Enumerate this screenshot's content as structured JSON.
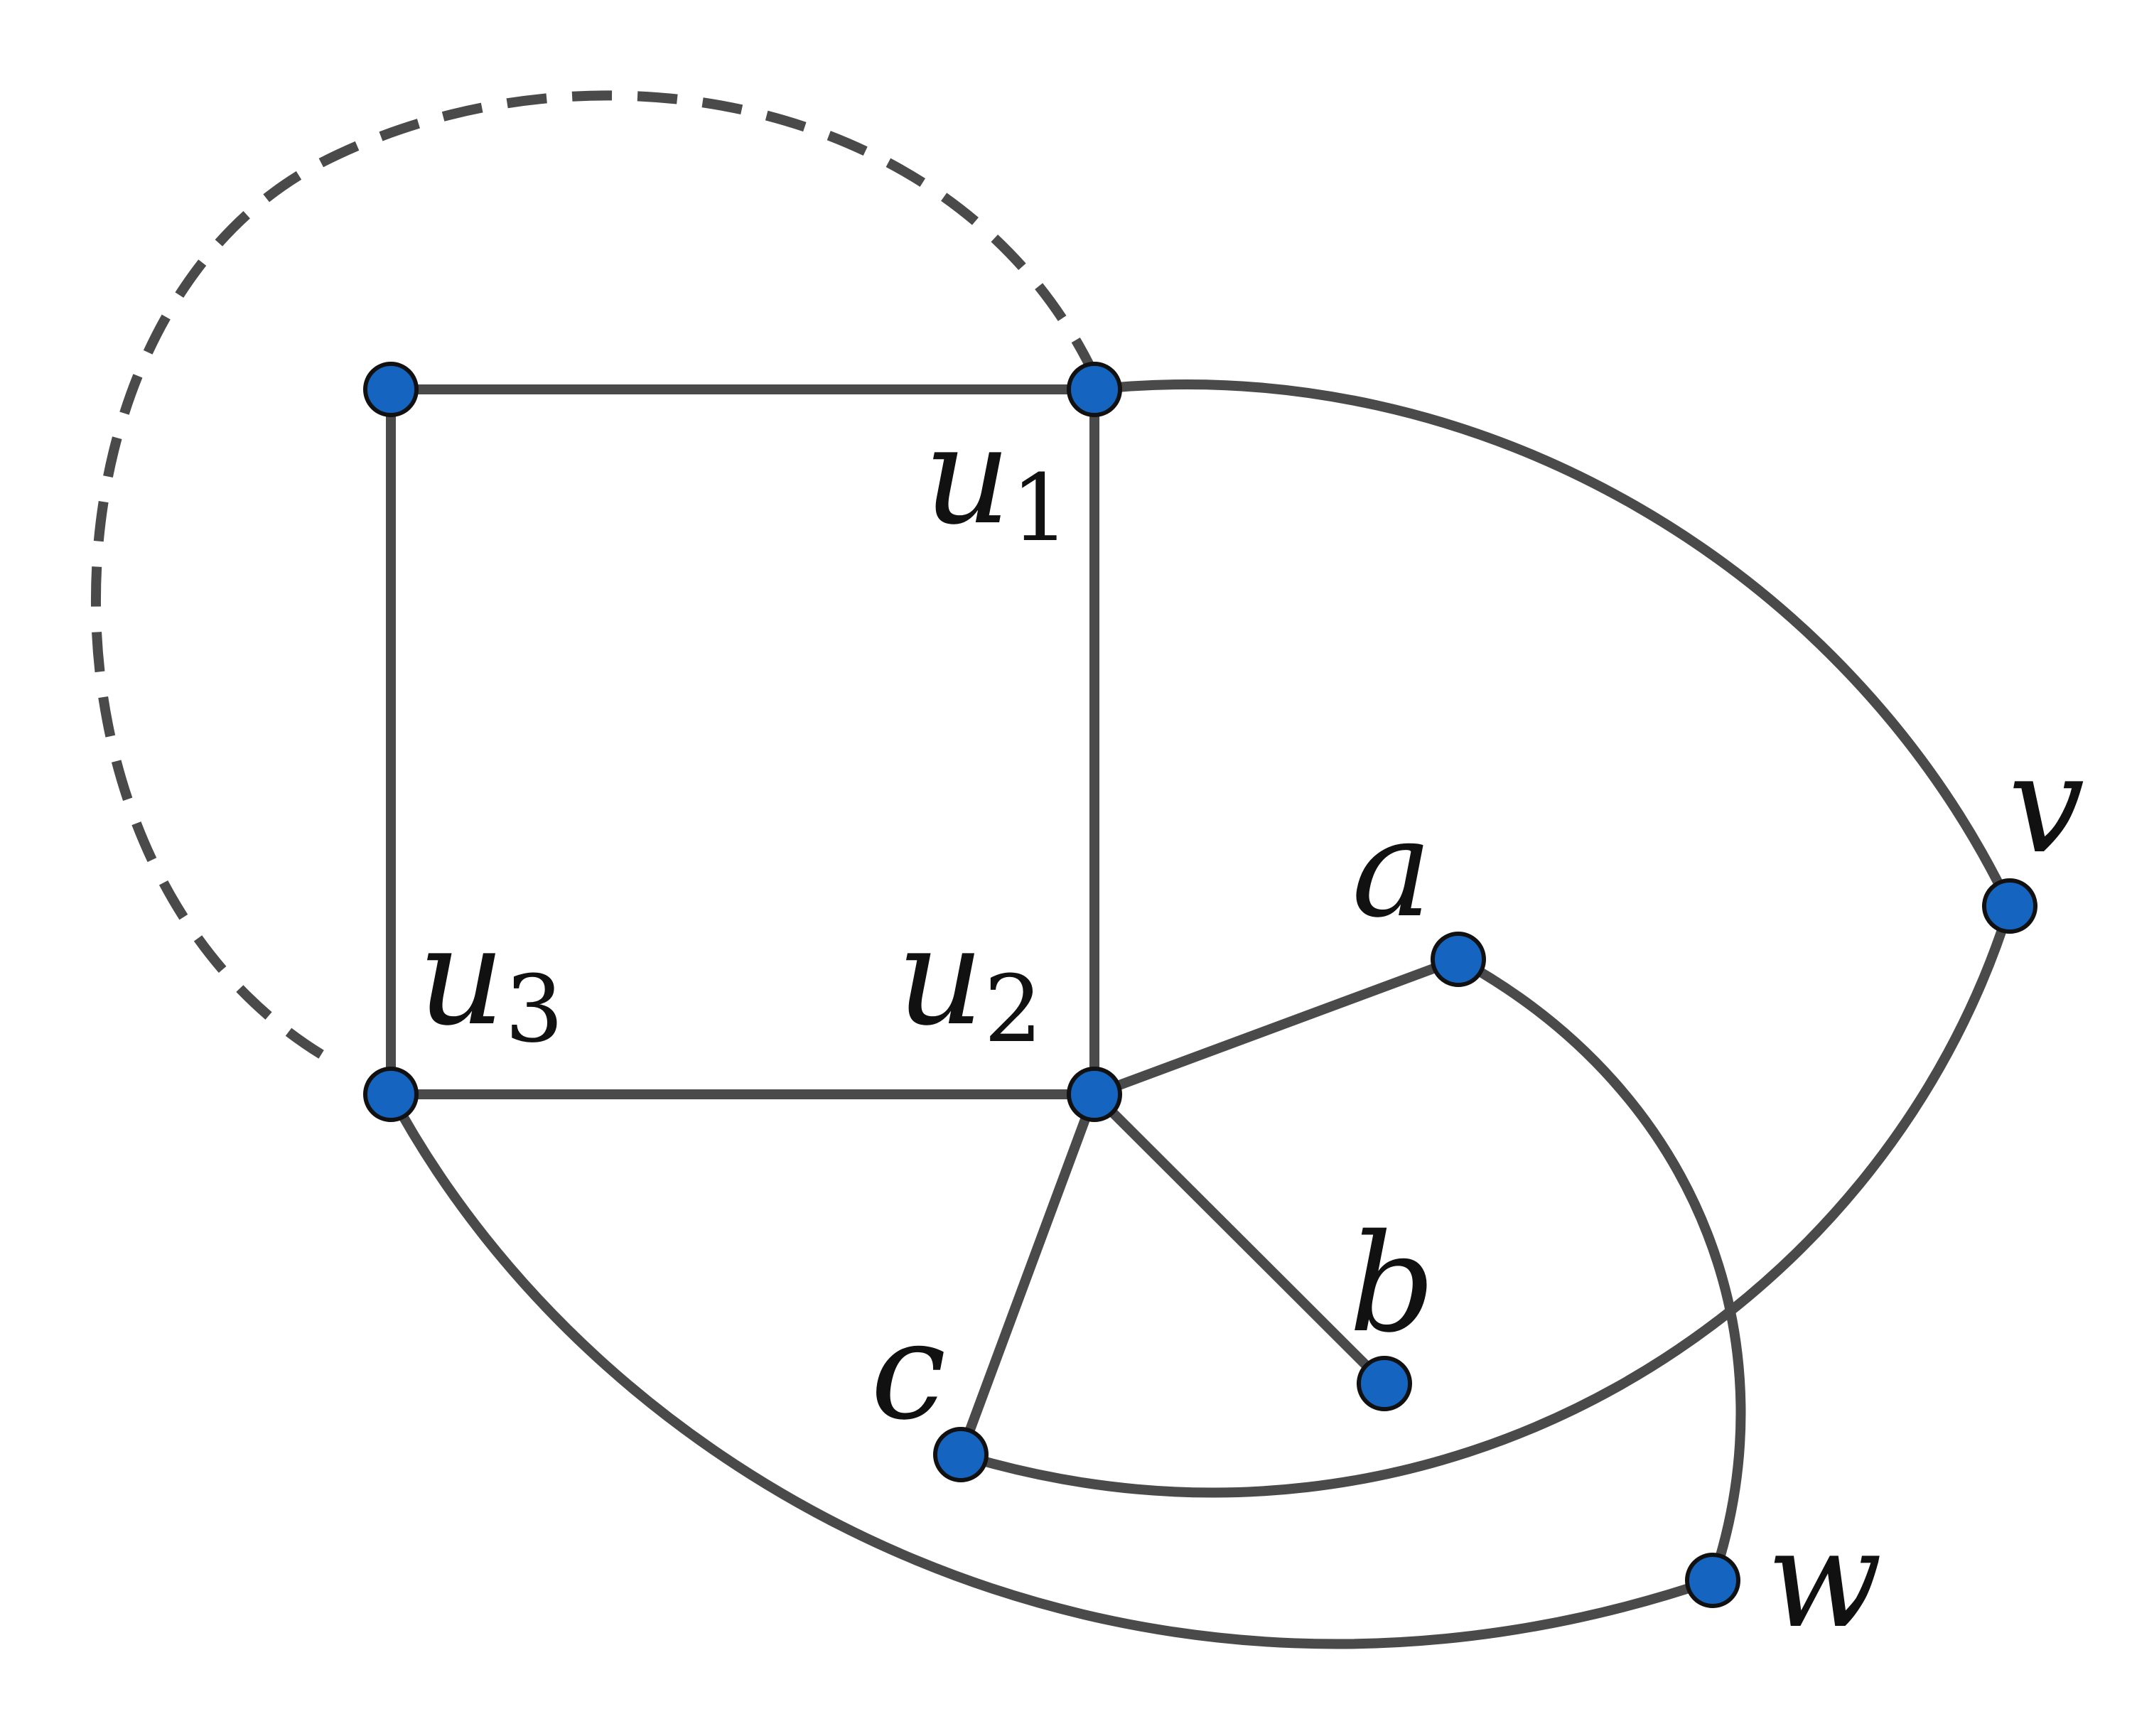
{
  "colors": {
    "edge": "#4a4a4a",
    "node_fill": "#1565c0",
    "node_stroke": "#111111",
    "background": "#ffffff"
  },
  "nodes": {
    "u1": {
      "name": "u",
      "sub": "1"
    },
    "u2": {
      "name": "u",
      "sub": "2"
    },
    "u3": {
      "name": "u",
      "sub": "3"
    },
    "corner": {
      "name": ""
    },
    "a": {
      "name": "a"
    },
    "b": {
      "name": "b"
    },
    "c": {
      "name": "c"
    },
    "v": {
      "name": "v"
    },
    "w": {
      "name": "w"
    }
  },
  "edges": [
    {
      "from": "corner",
      "to": "u1",
      "style": "solid"
    },
    {
      "from": "corner",
      "to": "u3",
      "style": "solid"
    },
    {
      "from": "u1",
      "to": "u2",
      "style": "solid"
    },
    {
      "from": "u3",
      "to": "u2",
      "style": "solid"
    },
    {
      "from": "u2",
      "to": "a",
      "style": "solid"
    },
    {
      "from": "u2",
      "to": "b",
      "style": "solid"
    },
    {
      "from": "u2",
      "to": "c",
      "style": "solid"
    },
    {
      "from": "u1",
      "to": "v",
      "style": "solid"
    },
    {
      "from": "v",
      "to": "c",
      "style": "solid"
    },
    {
      "from": "a",
      "to": "w",
      "style": "solid"
    },
    {
      "from": "u3",
      "to": "w",
      "style": "solid"
    },
    {
      "from": "u1",
      "to": "u3",
      "style": "dashed"
    }
  ]
}
